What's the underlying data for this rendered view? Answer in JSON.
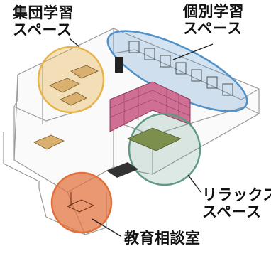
{
  "labels": {
    "group_study": [
      "集団学習",
      "スペース"
    ],
    "individual_study": [
      "個別学習",
      "スペース"
    ],
    "relax": [
      "リラックス",
      "スペース"
    ],
    "counseling": "教育相談室"
  },
  "colors": {
    "group_study_zone": "#e8b44a",
    "individual_study_zone": "#4f91c8",
    "relax_zone": "#5f9a85",
    "counseling_zone": "#e0703a",
    "bookshelf": "#cf6f93",
    "rug": "#7c8f4c"
  }
}
